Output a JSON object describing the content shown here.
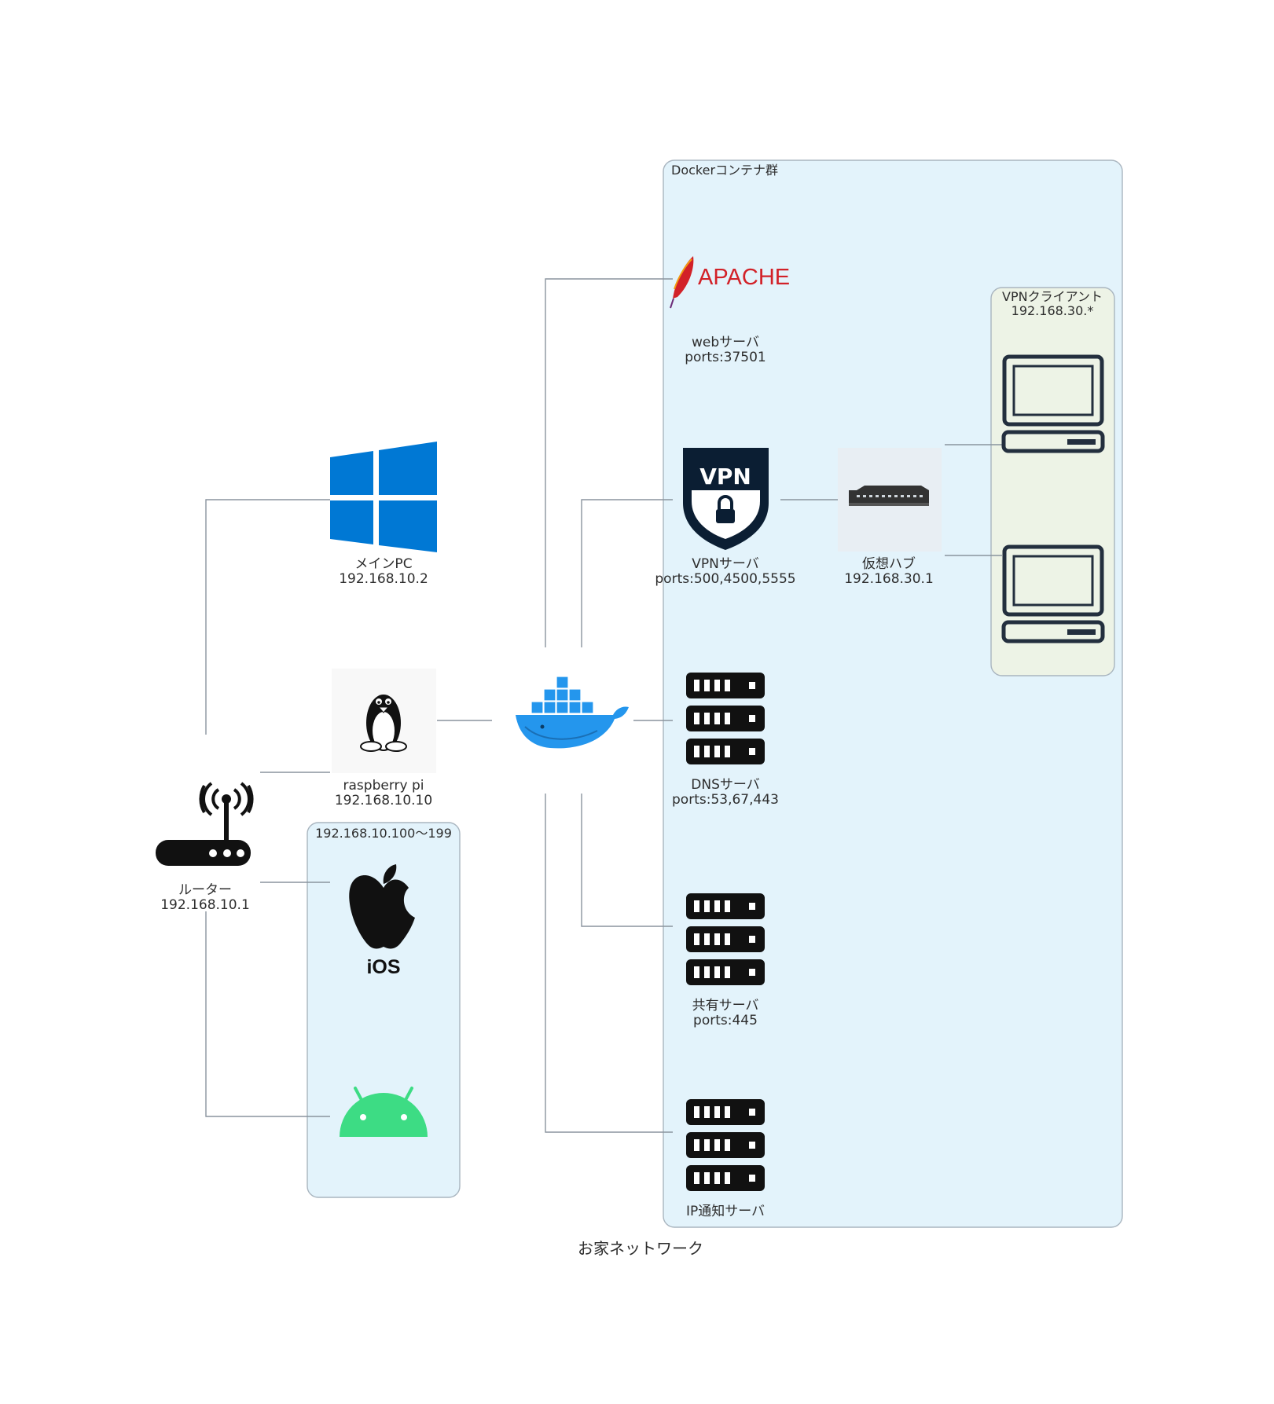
{
  "diagram_title": "お家ネットワーク",
  "groups": {
    "docker": "Dockerコンテナ群",
    "vpn_clients": {
      "line1": "VPNクライアント",
      "line2": "192.168.30.*"
    },
    "mobile": "192.168.10.100～199"
  },
  "nodes": {
    "router": {
      "name": "ルーター",
      "ip": "192.168.10.1",
      "icon": "wireless-router-icon"
    },
    "main_pc": {
      "name": "メインPC",
      "ip": "192.168.10.2",
      "icon": "windows-icon"
    },
    "raspberry_pi": {
      "name": "raspberry pi",
      "ip": "192.168.10.10",
      "icon": "linux-tux-icon"
    },
    "docker": {
      "icon": "docker-icon"
    },
    "ios": {
      "logo_text": "iOS",
      "icon": "apple-ios-icon"
    },
    "android": {
      "icon": "android-icon"
    },
    "apache": {
      "logo_text": "APACHE",
      "name": "webサーバ",
      "ports": "ports:37501",
      "icon": "apache-feather-icon"
    },
    "vpn_server": {
      "logo_text": "VPN",
      "name": "VPNサーバ",
      "ports": "ports:500,4500,5555",
      "icon": "vpn-shield-icon"
    },
    "virtual_hub": {
      "name": "仮想ハブ",
      "ip": "192.168.30.1",
      "icon": "network-switch-icon"
    },
    "dns_server": {
      "name": "DNSサーバ",
      "ports": "ports:53,67,443",
      "icon": "server-rack-icon"
    },
    "share_server": {
      "name": "共有サーバ",
      "ports": "ports:445",
      "icon": "server-rack-icon"
    },
    "ip_notify_server": {
      "name": "IP通知サーバ",
      "icon": "server-rack-icon"
    },
    "vpn_client_1": {
      "icon": "laptop-icon"
    },
    "vpn_client_2": {
      "icon": "laptop-icon"
    }
  },
  "colors": {
    "group_fill": "#e3f3fb",
    "group_stroke": "#a9b5bf",
    "client_group_fill": "#edf3e6",
    "edge": "#8a949e",
    "windows_blue": "#0078d4",
    "android_green": "#3ddc84",
    "docker_blue": "#2496ed",
    "apache_red": "#d22128",
    "vpn_navy": "#0b1e33",
    "laptop_navy": "#232f3e"
  }
}
